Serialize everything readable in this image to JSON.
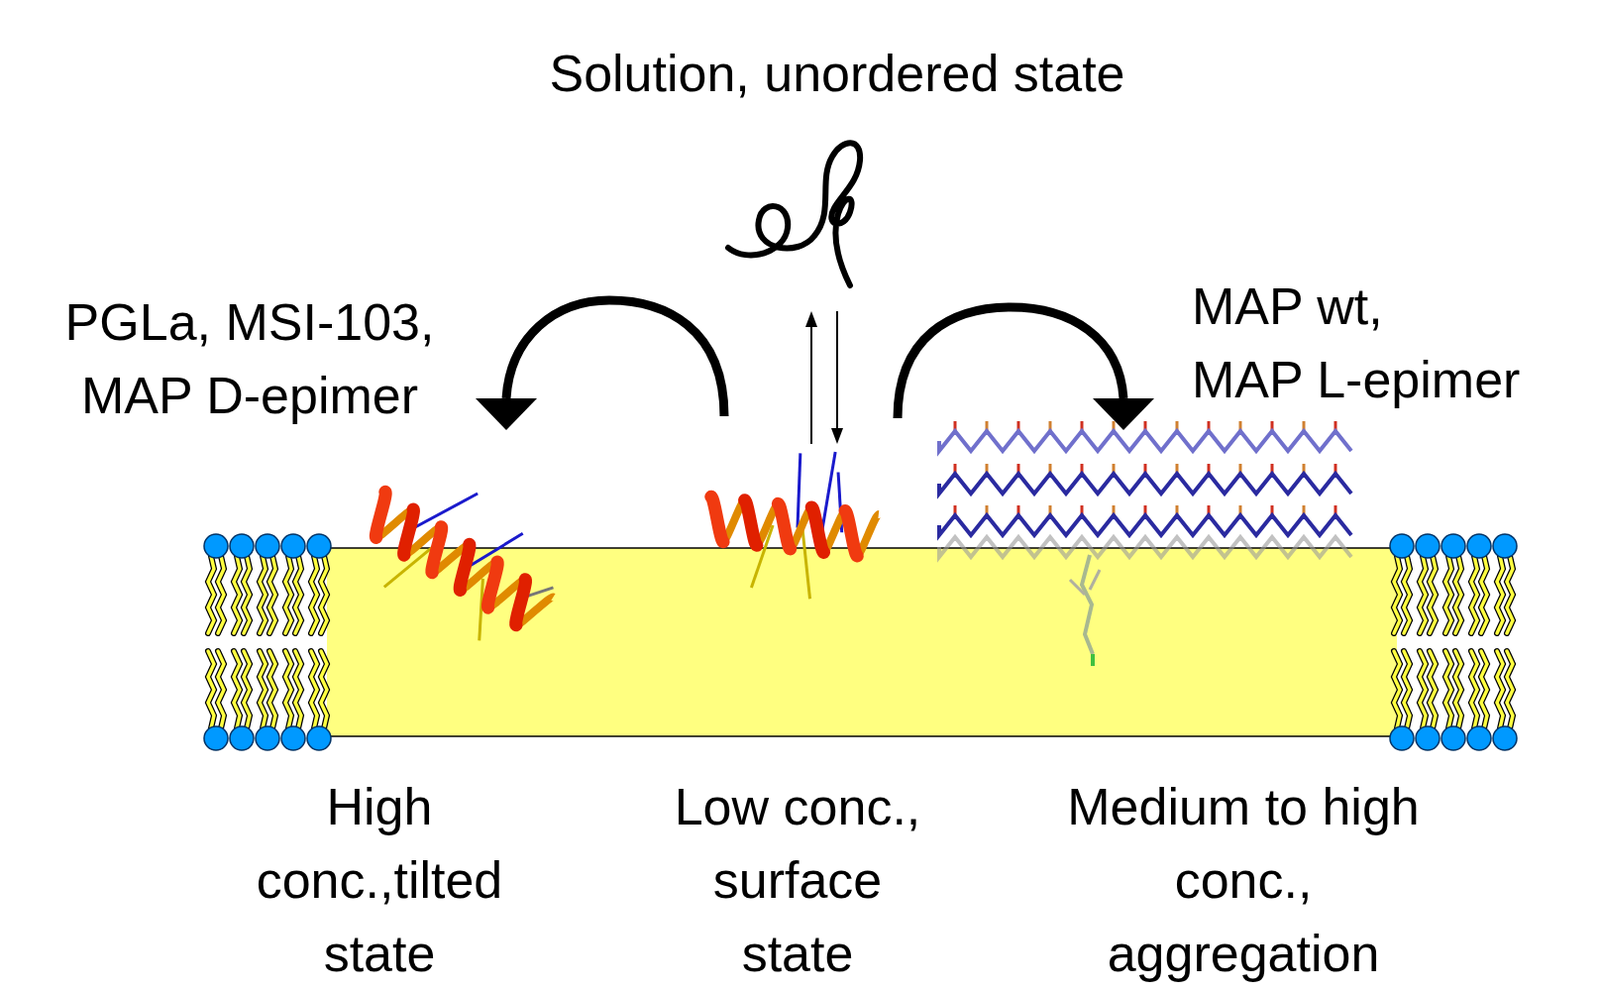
{
  "diagram": {
    "labels": [
      "Solution, unordered state",
      "PGLa, MSI-103, MAP D-epimer",
      "MAP wt, MAP L-epimer",
      "High conc.,tilted state",
      "Low conc., surface state",
      "Medium to high conc., aggregation"
    ]
  }
}
